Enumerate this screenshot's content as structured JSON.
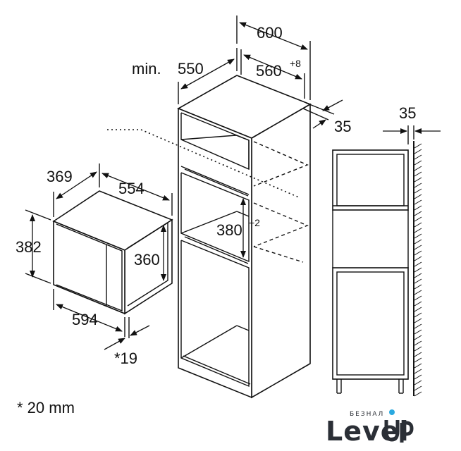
{
  "microwave": {
    "depth": "369",
    "width_top": "554",
    "height_outer": "382",
    "height_inner": "360",
    "width_bottom": "594",
    "offset": "*19"
  },
  "cabinet": {
    "depth_min_prefix": "min.",
    "depth_min": "550",
    "width": "600",
    "niche_width": "560",
    "niche_width_tol": "+8",
    "niche_height": "380",
    "niche_height_tol": "+2",
    "back_gap": "35"
  },
  "side_view": {
    "gap": "35"
  },
  "footnote": "* 20 mm",
  "logo": {
    "word": "Level",
    "tag": "БЕЗНАЛ",
    "accent_color": "#2aa9e0"
  }
}
